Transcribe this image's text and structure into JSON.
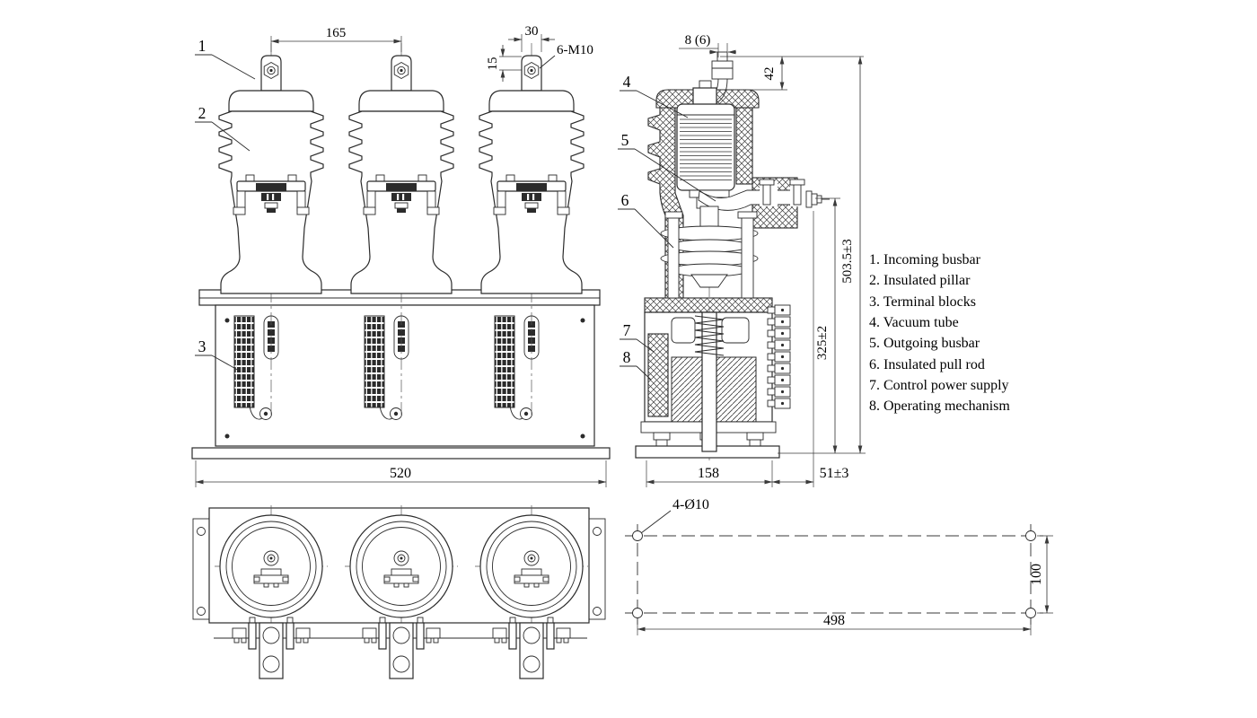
{
  "front_view": {
    "dim_pitch": "165",
    "dim_tab_width": "30",
    "dim_hole_offset": "15",
    "dim_thread": "6-M10",
    "dim_width": "520"
  },
  "side_view": {
    "dim_pipe": "8 (6)",
    "dim_top_offset": "42",
    "dim_total_height": "503.5±3",
    "dim_busbar_height": "325±2",
    "dim_depth": "158",
    "dim_rear_offset": "51±3"
  },
  "mounting_view": {
    "dim_holes": "4-Ø10",
    "dim_span": "498",
    "dim_pitch": "100"
  },
  "part_numbers": {
    "p1": "1",
    "p2": "2",
    "p3": "3",
    "p4": "4",
    "p5": "5",
    "p6": "6",
    "p7": "7",
    "p8": "8"
  },
  "legend": {
    "items": [
      "1. Incoming busbar",
      "2. Insulated pillar",
      "3. Terminal blocks",
      "4. Vacuum tube",
      "5. Outgoing busbar",
      "6. Insulated pull rod",
      "7. Control power supply",
      "8. Operating mechanism"
    ]
  },
  "colors": {
    "line": "#2b2b2b",
    "dim": "#3a3a3a",
    "background": "#ffffff"
  }
}
